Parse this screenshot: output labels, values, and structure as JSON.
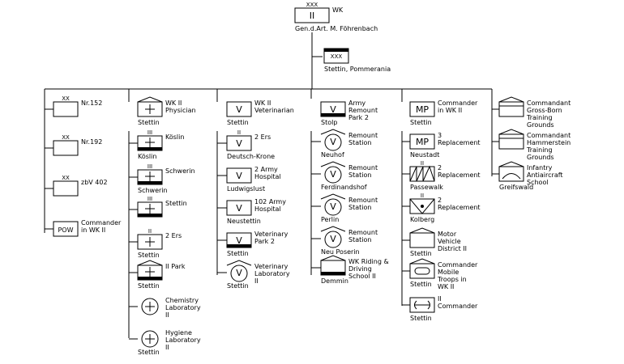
{
  "top": {
    "designation": "II",
    "echelon": "XXX",
    "label": "WK",
    "commander": "Gen.d.Art. M. Föhrenbach"
  },
  "hq": {
    "echelon": "XXX",
    "location": "Stettin, Pommerania"
  },
  "columns": [
    {
      "units": [
        {
          "kind": "box",
          "echelon": "XX",
          "label": "Nr.152",
          "label_side": "right"
        },
        {
          "kind": "box",
          "echelon": "XX",
          "label": "Nr.192",
          "label_side": "right"
        },
        {
          "kind": "box",
          "echelon": "XX",
          "label": "zbV 402",
          "label_side": "right"
        },
        {
          "kind": "pow",
          "symbol_text": "POW",
          "label": "Commander in WK II",
          "label_side": "right"
        }
      ]
    },
    {
      "head": {
        "kind": "medical-house",
        "label": "WK II Physician",
        "location": "Stettin"
      },
      "units": [
        {
          "kind": "medical-bar",
          "echelon": "III",
          "label": "Köslin",
          "location": "Köslin"
        },
        {
          "kind": "medical-bar",
          "echelon": "III",
          "label": "Schwerin",
          "location": "Schwerin"
        },
        {
          "kind": "medical-bar",
          "echelon": "III",
          "label": "Stettin",
          "location": ""
        },
        {
          "kind": "medical-cross",
          "echelon": "II",
          "label": "2 Ers",
          "location": "Stettin"
        },
        {
          "kind": "medical-park",
          "echelon": "",
          "label": "II Park",
          "location": "Stettin"
        },
        {
          "kind": "circle-cross",
          "echelon": "",
          "label": "Chemistry Laboratory II",
          "location": ""
        },
        {
          "kind": "circle-cross",
          "echelon": "",
          "label": "Hygiene Laboratory II",
          "location": "Stettin"
        }
      ]
    },
    {
      "head": {
        "kind": "vet-box",
        "symbol_text": "V",
        "label": "WK II Veterinarian",
        "location": "Stettin"
      },
      "units": [
        {
          "kind": "vet-box",
          "symbol_text": "V",
          "echelon": "II",
          "label": "2 Ers",
          "location": "Deutsch-Krone"
        },
        {
          "kind": "vet-box",
          "symbol_text": "V",
          "echelon": "",
          "label": "2 Army Hospital",
          "location": "Ludwigslust"
        },
        {
          "kind": "vet-box",
          "symbol_text": "V",
          "echelon": "",
          "label": "102 Army Hospital",
          "location": "Neustettin"
        },
        {
          "kind": "vet-box-bar",
          "symbol_text": "V",
          "echelon": "",
          "label": "Veterinary Park 2",
          "location": "Stettin"
        },
        {
          "kind": "vet-circle",
          "symbol_text": "V",
          "echelon": "",
          "label": "Veterinary Laboratory II",
          "location": "Stettin"
        }
      ]
    },
    {
      "head": {
        "kind": "vet-box-bar",
        "symbol_text": "V",
        "label": "Army Remount Park 2",
        "location": "Stolp"
      },
      "units": [
        {
          "kind": "vet-circle",
          "symbol_text": "V",
          "label": "Remount Station",
          "location": "Neuhof"
        },
        {
          "kind": "vet-circle",
          "symbol_text": "V",
          "label": "Remount Station",
          "location": "Ferdinandshof"
        },
        {
          "kind": "vet-circle",
          "symbol_text": "V",
          "label": "Remount Station",
          "location": "Perlin"
        },
        {
          "kind": "vet-circle",
          "symbol_text": "V",
          "label": "Remount Station",
          "location": "Neu Poserin"
        },
        {
          "kind": "house-bar",
          "symbol_text": "",
          "label": "WK Riding & Driving School II",
          "location": "Demmin"
        }
      ]
    },
    {
      "head": {
        "kind": "mp-box",
        "symbol_text": "MP",
        "label": "Commander in WK II",
        "location": "Stettin"
      },
      "units": [
        {
          "kind": "mp-box",
          "symbol_text": "MP",
          "label": "3 Replacement",
          "location": "Neustadt"
        },
        {
          "kind": "zigzag-box",
          "echelon": "II",
          "label": "2 Replacement",
          "location": "Passewalk"
        },
        {
          "kind": "signal-box",
          "echelon": "II",
          "label": "2 Replacement",
          "location": "Kolberg"
        },
        {
          "kind": "house",
          "label": "Motor Vehicle District II",
          "location": "Stettin"
        },
        {
          "kind": "house-oval",
          "label": "Commander Mobile Troops in WK II",
          "location": "Stettin"
        },
        {
          "kind": "wrench-box",
          "label": "II Commander",
          "location": "Stettin"
        }
      ]
    },
    {
      "units": [
        {
          "kind": "house-plain",
          "label": "Commandant Gross-Born Training Grounds",
          "location": ""
        },
        {
          "kind": "house-plain",
          "label": "Commandant Hammerstein Training Grounds",
          "location": ""
        },
        {
          "kind": "house-aa",
          "label": "Infantry Antiaircraft School",
          "location": "Greifswald"
        }
      ]
    }
  ]
}
